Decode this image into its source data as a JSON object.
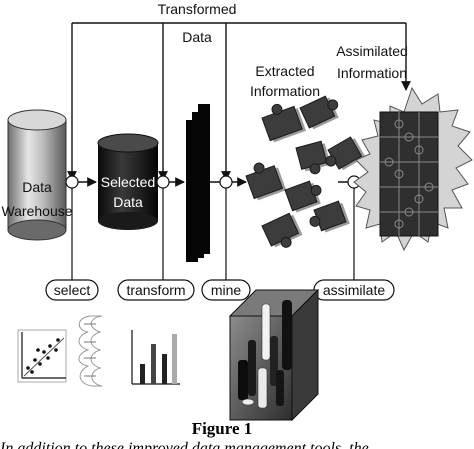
{
  "diagram": {
    "top_label_line1": "Transformed",
    "top_label_line2": "Data",
    "extracted_line1": "Extracted",
    "extracted_line2": "Information",
    "assimilated_line1": "Assimilated",
    "assimilated_line2": "Information",
    "warehouse_line1": "Data",
    "warehouse_line2": "Warehouse",
    "selected_line1": "Selected",
    "selected_line2": "Data",
    "step_select": "select",
    "step_transform": "transform",
    "step_mine": "mine",
    "step_assimilate": "assimilate"
  },
  "caption": "Figure 1",
  "body_text_cutoff": "In addition to these improved data management tools, the"
}
